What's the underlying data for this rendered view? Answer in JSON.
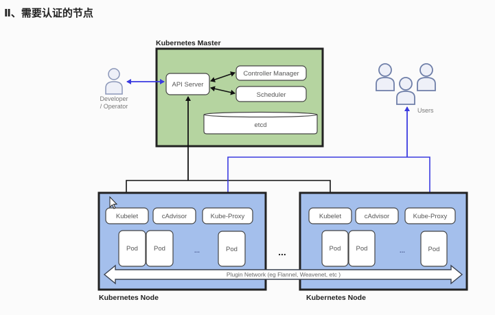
{
  "heading": "Ⅱ、需要认证的节点",
  "master": {
    "title": "Kubernetes Master",
    "components": {
      "api_server": "API Server",
      "controller_manager": "Controller Manager",
      "scheduler": "Scheduler",
      "etcd": "etcd"
    }
  },
  "actors": {
    "developer": {
      "line1": "Developer",
      "line2": "/ Operator",
      "icon": "person-icon"
    },
    "users": {
      "label": "Users",
      "icon": "users-group-icon"
    }
  },
  "nodes": [
    {
      "title": "Kubernetes Node",
      "components": [
        "Kubelet",
        "cAdvisor",
        "Kube-Proxy"
      ],
      "pods": [
        "Pod",
        "Pod",
        "Pod"
      ],
      "ellipsis": "..."
    },
    {
      "title": "Kubernetes Node",
      "components": [
        "Kubelet",
        "cAdvisor",
        "Kube-Proxy"
      ],
      "pods": [
        "Pod",
        "Pod",
        "Pod"
      ],
      "ellipsis": "..."
    }
  ],
  "between_nodes_ellipsis": "...",
  "network": {
    "label": "Plugin Network (eg Flannel, Weavenet, etc )"
  },
  "colors": {
    "master_fill": "#b5d4a0",
    "node_fill": "#a4bfec",
    "control_arrow": "#111111",
    "user_arrow": "#3a3ae0"
  }
}
